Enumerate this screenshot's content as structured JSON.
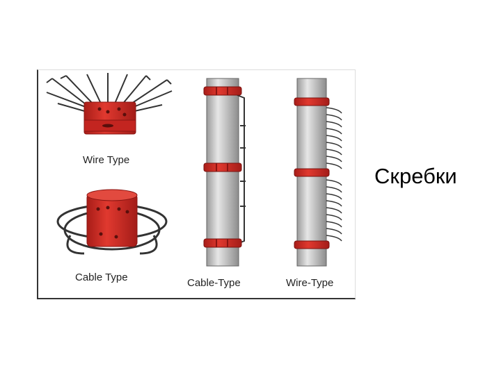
{
  "slide": {
    "title": "Скребки"
  },
  "figure": {
    "captions": {
      "wire_type_top": "Wire Type",
      "cable_type_bottom": "Cable Type",
      "cable_type_pipe": "Cable-Type",
      "wire_type_pipe": "Wire-Type"
    }
  },
  "colors": {
    "scraper_red": "#d12a24",
    "pipe_gray": "#c8c8c8",
    "wire_dark": "#333333"
  }
}
